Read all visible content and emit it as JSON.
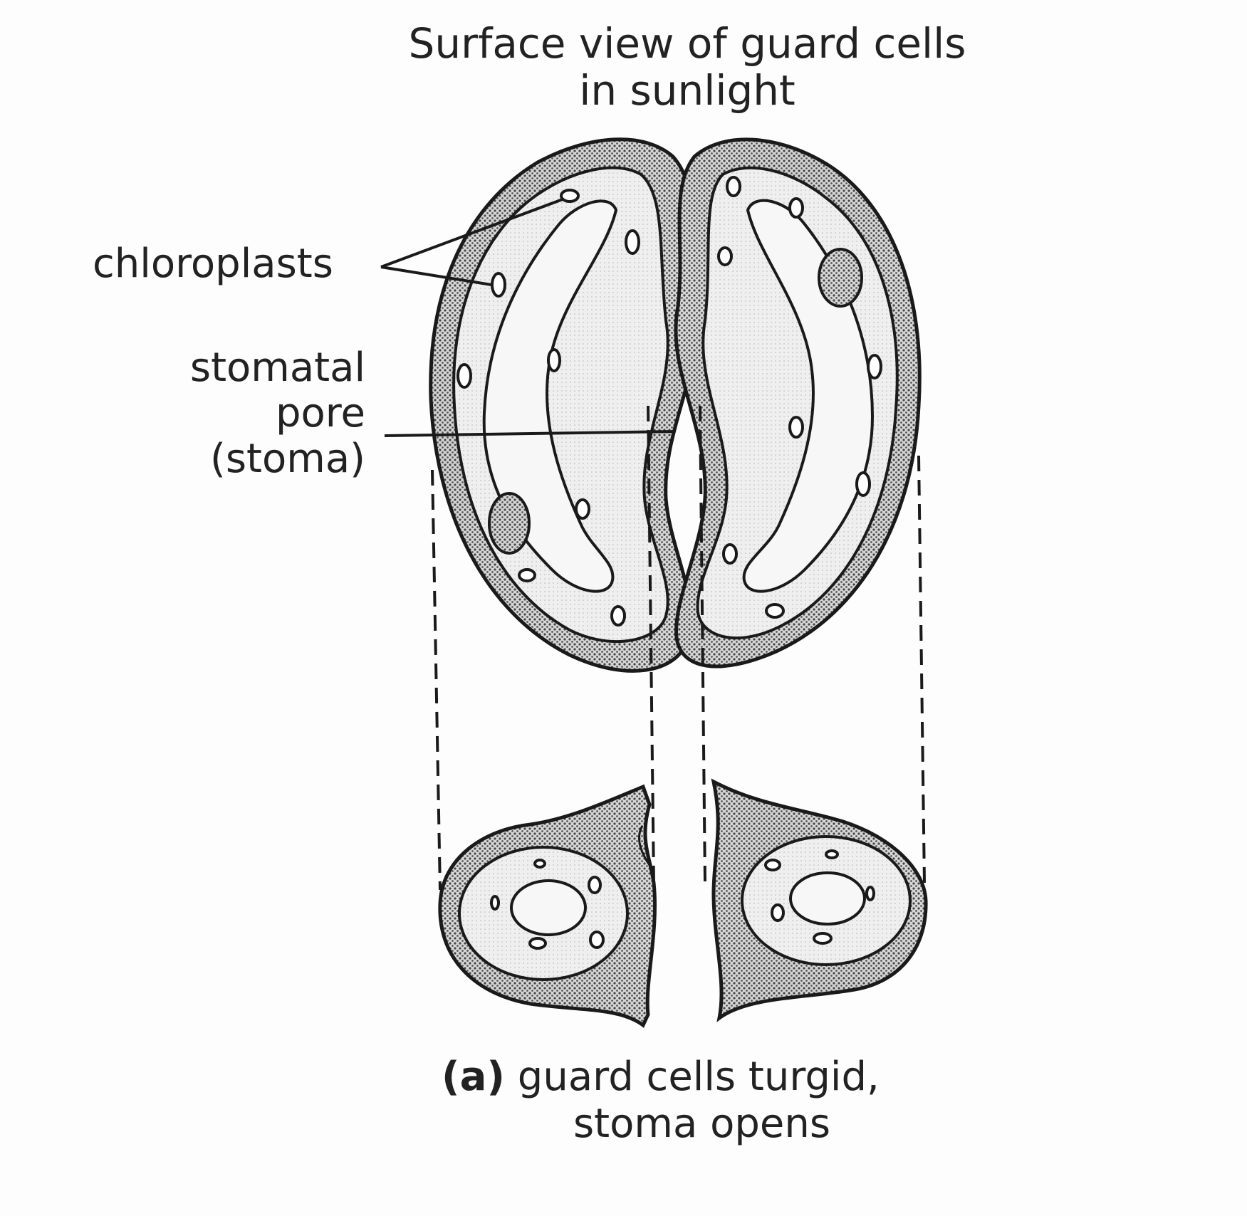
{
  "title": {
    "line1": "Surface view of guard cells",
    "line2": "in sunlight"
  },
  "labels": {
    "chloroplasts": "chloroplasts",
    "stomatal_pore_line1": "stomatal",
    "stomatal_pore_line2": "pore",
    "stomatal_pore_line3": "(stoma)"
  },
  "caption": {
    "letter": "(a)",
    "line1": "guard cells turgid,",
    "line2": "stoma opens"
  },
  "colors": {
    "outline": "#1a1a1a",
    "wall_fill": "#9a9a9a",
    "cytoplasm_fill": "#ececec",
    "vacuole_fill": "#f7f7f7",
    "background": "#fdfdfd"
  }
}
